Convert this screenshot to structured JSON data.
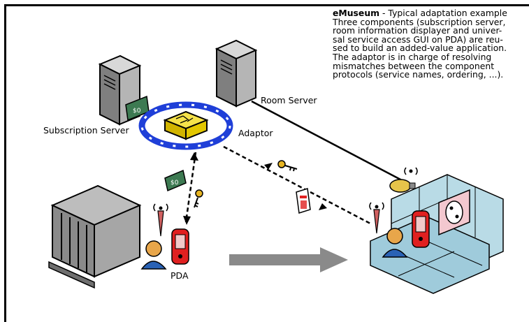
{
  "caption": {
    "title": "eMuseum",
    "title_suffix": " - Typical adaptation example",
    "lines": [
      "Three components (subscription server,",
      "room information displayer and univer-",
      "sal service access GUI on PDA) are reu-",
      "sed to build an added-value application.",
      "The adaptor is in charge of resolving",
      "mismatches between the component",
      "protocols (service names, ordering, ...)."
    ]
  },
  "labels": {
    "subscription_server": "Subscription Server",
    "room_server": "Room Server",
    "adaptor": "Adaptor",
    "pda": "PDA"
  },
  "icons": {
    "money_on_server": "$0",
    "money_on_link": "$0"
  },
  "colors": {
    "adaptor_ring": "#1f3fd8",
    "adaptor_box": "#f2d600",
    "pda_red": "#e02020",
    "room_blue": "#8fc3d6",
    "money_green": "#3d7a52",
    "key_yellow": "#e6b422",
    "arrow_gray": "#8a8a8a"
  }
}
